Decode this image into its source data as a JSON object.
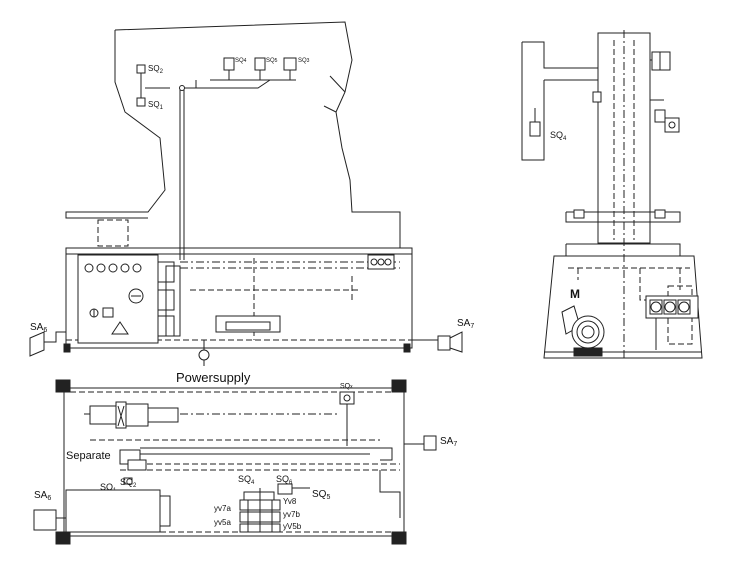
{
  "labels": {
    "sq2_top": "SQ",
    "sq2_top_sub": "2",
    "sq1_top": "SQ",
    "sq1_top_sub": "1",
    "sq_small_a": "SQ",
    "sq_small_a_sub": "4",
    "sq_small_b": "SQ",
    "sq_small_b_sub": "5",
    "sq_small_c": "SQ",
    "sq_small_c_sub": "3",
    "sq_side": "SQ",
    "sq_side_sub": "4",
    "sa6_front": "SA",
    "sa6_front_sub": "6",
    "sa7_front": "SA",
    "sa7_front_sub": "7",
    "power": "Powersupply",
    "motor": "M",
    "sqx_plan": "SQ",
    "sqx_plan_sub": "x",
    "sa7_plan": "SA",
    "sa7_plan_sub": "7",
    "separate": "Separate",
    "sa6_plan": "SA",
    "sa6_plan_sub": "6",
    "sq1_plan": "SQ",
    "sq1_plan_sub": "1",
    "sq2_plan": "SQ",
    "sq2_plan_sub": "2",
    "sq4_plan": "SQ",
    "sq4_plan_sub": "4",
    "sq6_plan": "SQ",
    "sq6_plan_sub": "6",
    "sq5_plan": "SQ",
    "sq5_plan_sub": "5",
    "yv8": "Yv8",
    "yv7a": "yv7a",
    "yv7b": "yv7b",
    "yv5a": "yv5a",
    "yv5b": "yV5b"
  }
}
